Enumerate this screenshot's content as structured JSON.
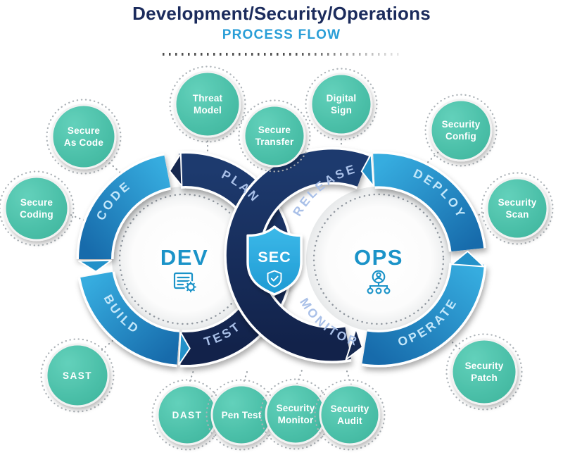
{
  "header": {
    "title": "Development/Security/Operations",
    "subtitle": "PROCESS FLOW"
  },
  "flow": {
    "dev_label": "DEV",
    "ops_label": "OPS",
    "sec_label": "SEC",
    "dev_loop_stages": [
      "PLAN",
      "CODE",
      "BUILD",
      "TEST"
    ],
    "ops_loop_stages": [
      "RELEASE",
      "DEPLOY",
      "OPERATE",
      "MONITOR"
    ]
  },
  "practices": [
    {
      "id": "secure-as-code",
      "line1": "Secure",
      "line2": "As Code",
      "connects_to": "CODE"
    },
    {
      "id": "secure-coding",
      "line1": "Secure",
      "line2": "Coding",
      "connects_to": "CODE"
    },
    {
      "id": "threat-model",
      "line1": "Threat",
      "line2": "Model",
      "connects_to": "PLAN"
    },
    {
      "id": "secure-transfer",
      "line1": "Secure",
      "line2": "Transfer",
      "connects_to": "RELEASE"
    },
    {
      "id": "digital-sign",
      "line1": "Digital",
      "line2": "Sign",
      "connects_to": "RELEASE"
    },
    {
      "id": "security-config",
      "line1": "Security",
      "line2": "Config",
      "connects_to": "DEPLOY"
    },
    {
      "id": "security-scan",
      "line1": "Security",
      "line2": "Scan",
      "connects_to": "DEPLOY"
    },
    {
      "id": "sast",
      "line1": "SAST",
      "line2": "",
      "connects_to": "BUILD"
    },
    {
      "id": "dast",
      "line1": "DAST",
      "line2": "",
      "connects_to": "TEST"
    },
    {
      "id": "pen-test",
      "line1": "Pen Test",
      "line2": "",
      "connects_to": "TEST"
    },
    {
      "id": "security-monitor",
      "line1": "Security",
      "line2": "Monitor",
      "connects_to": "MONITOR"
    },
    {
      "id": "security-audit",
      "line1": "Security",
      "line2": "Audit",
      "connects_to": "MONITOR"
    },
    {
      "id": "security-patch",
      "line1": "Security",
      "line2": "Patch",
      "connects_to": "OPERATE"
    }
  ],
  "colors": {
    "title_navy": "#1b2b5c",
    "subtitle_blue": "#2a9ed7",
    "band_navy": "#16284f",
    "band_blue": "#2aa2d8",
    "practice_teal": "#4cc2aa",
    "shield_blue": "#2badе4",
    "dev_ops_text": "#1b93c8"
  }
}
